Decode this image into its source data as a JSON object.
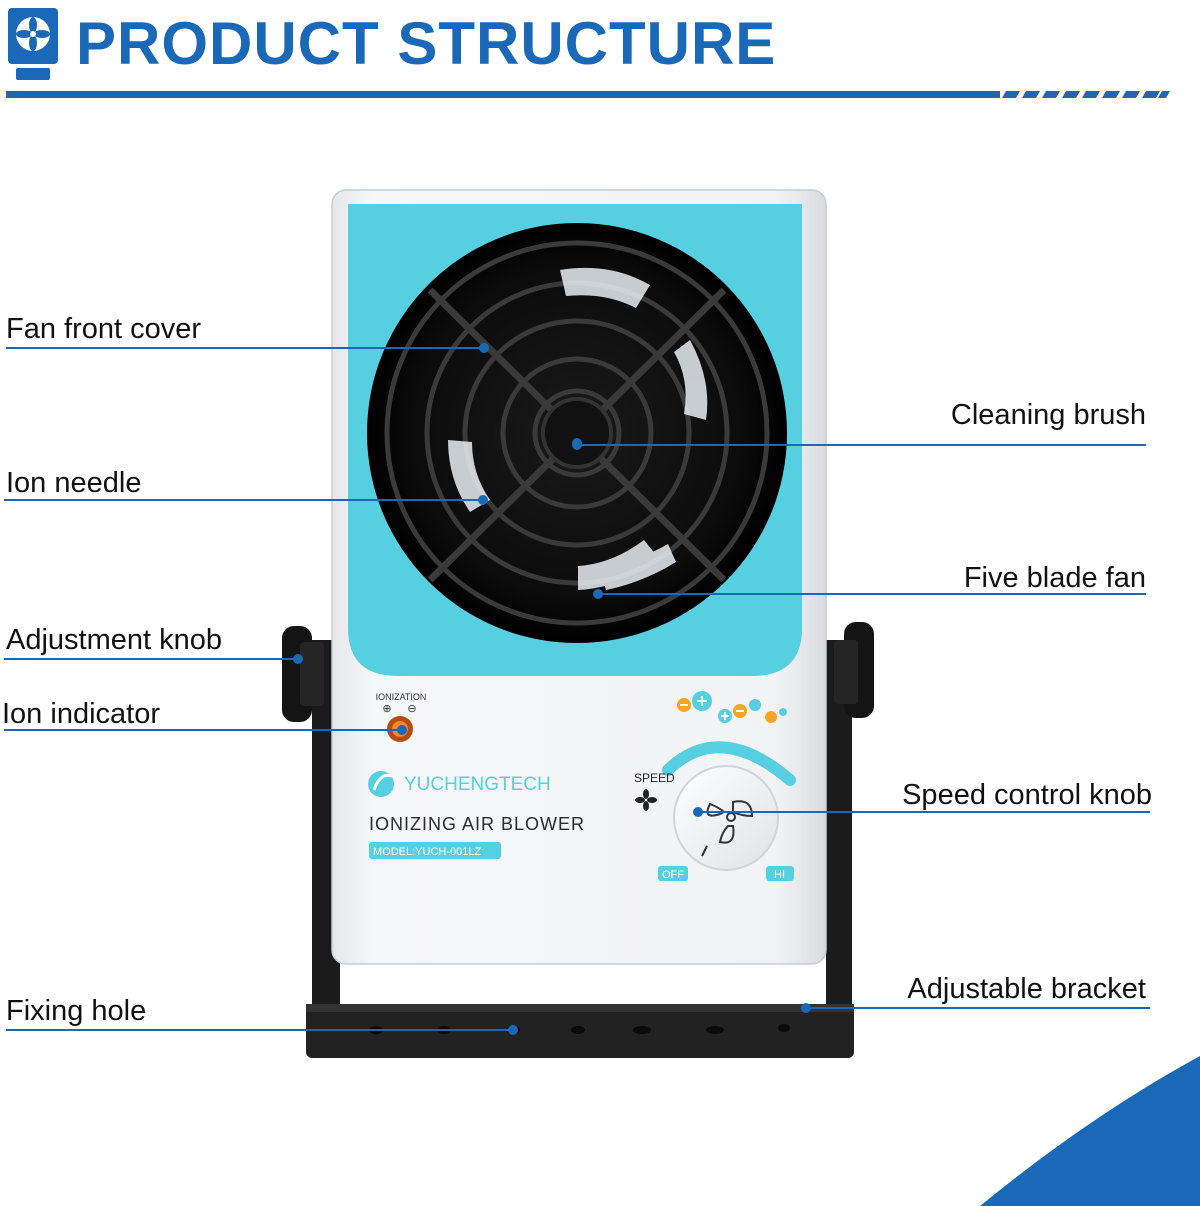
{
  "header": {
    "title": "PRODUCT STRUCTURE",
    "icon": "fan-icon",
    "accent_color": "#1a68b8"
  },
  "callouts": {
    "fan_front_cover": "Fan front cover",
    "ion_needle": "Ion needle",
    "adjustment_knob": "Adjustment knob",
    "ion_indicator": "Ion indicator",
    "fixing_hole": "Fixing hole",
    "cleaning_brush": "Cleaning brush",
    "five_blade_fan": "Five blade fan",
    "speed_control_knob": "Speed control knob",
    "adjustable_bracket": "Adjustable bracket"
  },
  "device": {
    "ionization_label": "IONIZATION",
    "polarity_plus": "⊕",
    "polarity_minus": "⊖",
    "brand": "YUCHENGTECH",
    "product_name": "IONIZING AIR BLOWER",
    "model": "MODEL:YUCH-001LZ",
    "speed_label": "SPEED",
    "off_label": "OFF",
    "hi_label": "HI",
    "panel_color": "#56cfe1",
    "body_color": "#f4f5f7"
  }
}
